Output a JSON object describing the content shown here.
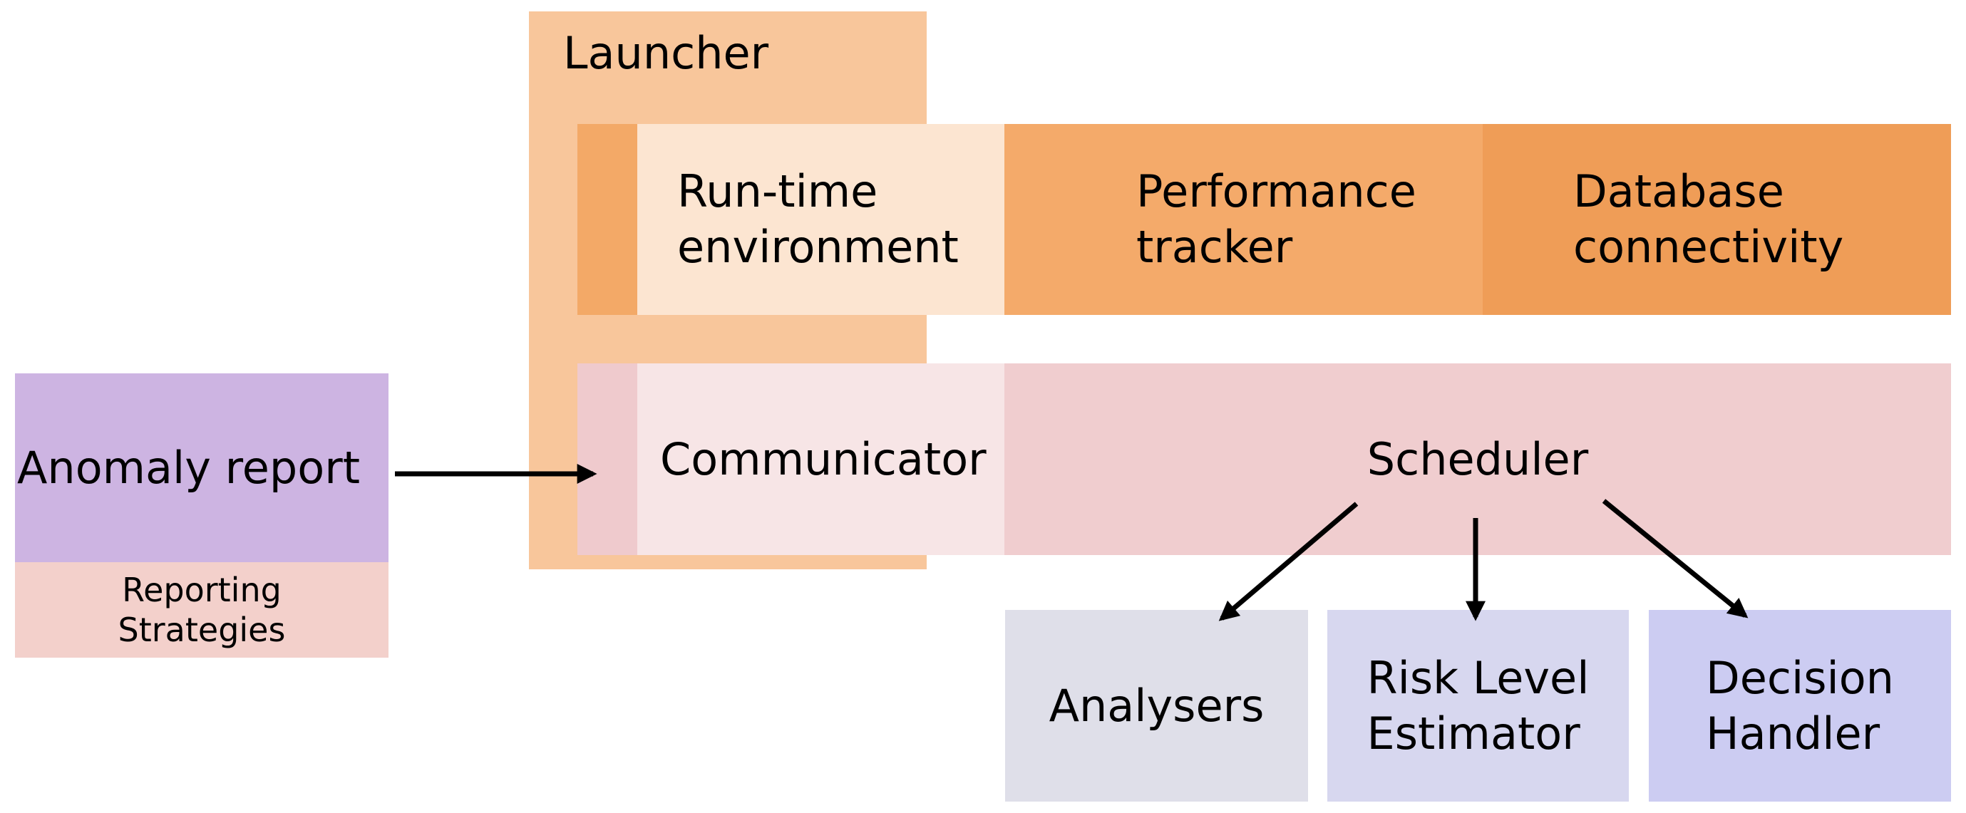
{
  "diagram": {
    "title": "Agent architecture diagram",
    "nodes": {
      "launcher": {
        "label": "Launcher"
      },
      "runtime": {
        "label": "Run-time\nenvironment"
      },
      "performance_tracker": {
        "label": "Performance\ntracker"
      },
      "database_connectivity": {
        "label": "Database\nconnectivity"
      },
      "communicator": {
        "label": "Communicator"
      },
      "scheduler": {
        "label": "Scheduler"
      },
      "anomaly_report": {
        "label": "Anomaly report"
      },
      "reporting_strategies": {
        "label": "Reporting\nStrategies"
      },
      "analysers": {
        "label": "Analysers"
      },
      "risk_level_estimator": {
        "label": "Risk Level\nEstimator"
      },
      "decision_handler": {
        "label": "Decision\nHandler"
      }
    },
    "colors": {
      "launcher": "#F8C69B",
      "strip_orange": "#F3A967",
      "runtime": "#FCE5D1",
      "performance_tracker": "#F4AA6A",
      "database_connectivity": "#EF9D57",
      "strip_pink": "#EFCACD",
      "communicator": "#F7E5E6",
      "scheduler": "#F0CDCF",
      "anomaly_report": "#CDB4E2",
      "reporting_strategies": "#F3D0CB",
      "analysers": "#DFDFE9",
      "risk_level_estimator": "#D7D7EF",
      "decision_handler": "#CCCCF2",
      "arrow": "#000000",
      "text": "#000000",
      "background": "#FFFFFF"
    },
    "arrows": [
      {
        "from": "anomaly_report",
        "to": "communicator"
      },
      {
        "from": "scheduler",
        "to": "analysers"
      },
      {
        "from": "scheduler",
        "to": "risk_level_estimator"
      },
      {
        "from": "scheduler",
        "to": "decision_handler"
      }
    ]
  }
}
